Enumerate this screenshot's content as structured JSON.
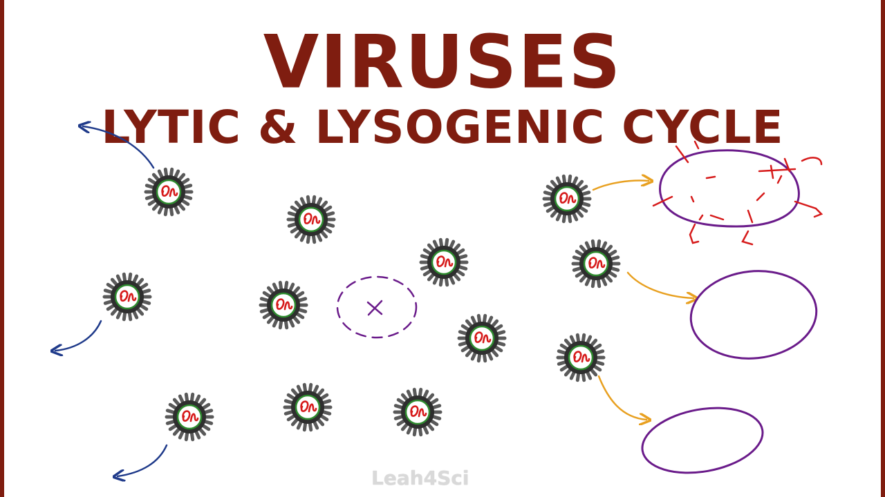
{
  "title": "VIRUSES",
  "subtitle": "LYTIC & LYSOGENIC CYCLE",
  "watermark": "Leah4Sci",
  "colors": {
    "title": "#7f1d10",
    "frame": "#7f1d10",
    "virus_capsid": "#2e2e2e",
    "virus_spike": "#5a5a5a",
    "virus_ring": "#2e8b2e",
    "virus_genome": "#d61a1a",
    "arrow_free": "#1f3a8a",
    "arrow_infect": "#e8a020",
    "cell_membrane": "#6a1b8a",
    "lysis_fragments": "#d61a1a",
    "watermark": "#d9d9d9"
  },
  "icons": [
    "virus-icon",
    "host-cell-icon",
    "lysed-cell-icon",
    "destroyed-virus-icon",
    "arrow-icon"
  ]
}
